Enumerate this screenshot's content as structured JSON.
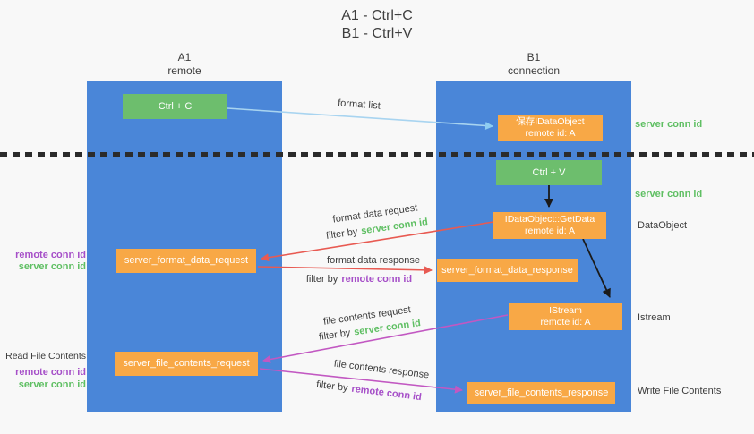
{
  "title": {
    "line1": "A1 - Ctrl+C",
    "line2": "B1 - Ctrl+V"
  },
  "columns": {
    "left": {
      "id": "A1",
      "role": "remote"
    },
    "right": {
      "id": "B1",
      "role": "connection"
    }
  },
  "boxes": {
    "ctrl_c": {
      "label": "Ctrl + C"
    },
    "save_dataobject": {
      "line1": "保存IDataObject",
      "line2": "remote id: A"
    },
    "ctrl_v": {
      "label": "Ctrl + V"
    },
    "getdata": {
      "line1": "IDataObject::GetData",
      "line2": "remote id: A"
    },
    "istream": {
      "line1": "IStream",
      "line2": "remote id: A"
    },
    "format_request": {
      "label": "server_format_data_request"
    },
    "format_response": {
      "label": "server_format_data_response"
    },
    "file_request": {
      "label": "server_file_contents_request"
    },
    "file_response": {
      "label": "server_file_contents_response"
    }
  },
  "labels": {
    "server_conn_id_top": "server conn id",
    "server_conn_id_mid": "server conn id",
    "dataobject": "DataObject",
    "istream": "Istream",
    "write_file_contents": "Write File Contents",
    "read_file_contents": "Read File Contents",
    "remote_conn_id_a": "remote conn id",
    "server_conn_id_a": "server conn id",
    "remote_conn_id_b": "remote conn id",
    "server_conn_id_b": "server conn id"
  },
  "arrows": {
    "format_list": "format list",
    "format_data_request": "format data request",
    "format_data_response": "format data response",
    "file_contents_request": "file contents request",
    "file_contents_response": "file contents response",
    "filter_by": "filter by",
    "server_conn_id": "server conn id",
    "remote_conn_id": "remote conn id"
  },
  "colors": {
    "column_blue": "#4a86d8",
    "box_green": "#6dbe6d",
    "box_orange": "#f8a846",
    "arrow_red": "#e85a52",
    "arrow_magenta": "#c258c2",
    "arrow_light_blue": "#a8d4f0",
    "arrow_black": "#1a1a1a",
    "text_green": "#5fbf63",
    "text_purple": "#a64fc8",
    "text_dark": "#3c3c3c",
    "background": "#f8f8f8"
  }
}
